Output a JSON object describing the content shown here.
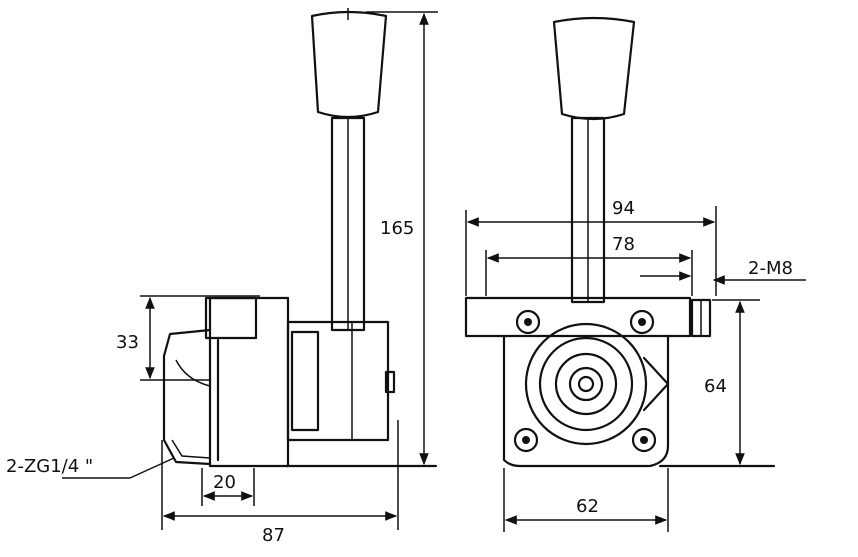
{
  "dimensions": {
    "height_165": "165",
    "height_33": "33",
    "thread_port": "2-ZG1/4 \"",
    "width_20": "20",
    "width_87": "87",
    "width_94": "94",
    "width_78": "78",
    "mount_thread": "2-M8",
    "height_64": "64",
    "width_62": "62"
  },
  "colors": {
    "line": "#111111",
    "background": "#ffffff"
  }
}
